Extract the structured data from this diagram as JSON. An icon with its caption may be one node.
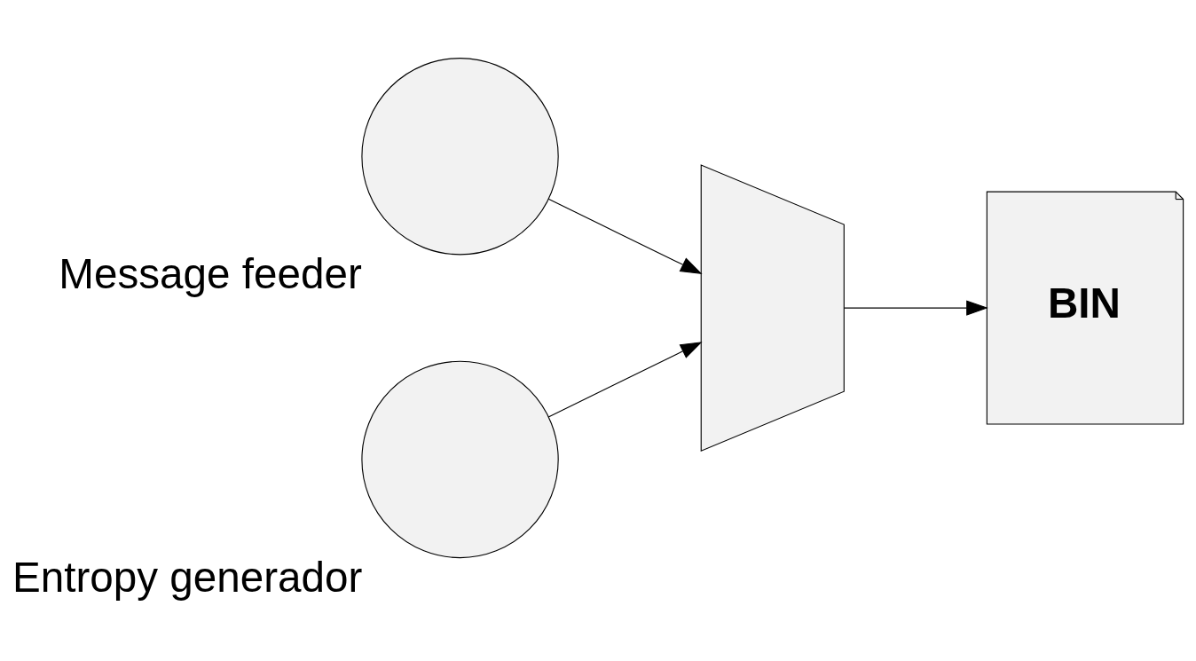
{
  "diagram": {
    "nodes": [
      {
        "text": [
          "Message feeder"
        ]
      },
      {
        "text": [
          "Entropy generador"
        ]
      },
      {
        "text": [],
        "shape": "trapezoid"
      },
      {
        "text": [
          "BIN"
        ]
      }
    ],
    "edges": [
      {
        "from": 0,
        "to": 2,
        "arrow": "to"
      },
      {
        "from": 1,
        "to": 2,
        "arrow": "to"
      },
      {
        "from": 2,
        "to": 3,
        "arrow": "to"
      }
    ]
  }
}
